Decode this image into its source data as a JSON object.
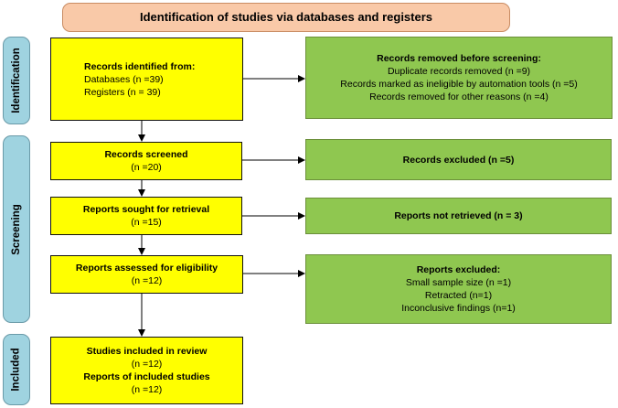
{
  "header": {
    "title": "Identification of studies via databases and registers"
  },
  "phases": {
    "identification": "Identification",
    "screening": "Screening",
    "included": "Included"
  },
  "identification": {
    "records_title": "Records identified from:",
    "databases": "Databases (n =39)",
    "registers": "Registers (n = 39)",
    "removed_title": "Records removed before screening:",
    "duplicates": "Duplicate records removed (n =9)",
    "ineligible": "Records marked as ineligible by automation tools (n =5)",
    "other": "Records removed for other reasons (n =4)"
  },
  "screening": {
    "screened_title": "Records screened",
    "screened_n": "(n =20)",
    "excluded": "Records excluded (n =5)",
    "sought_title": "Reports sought for retrieval",
    "sought_n": "(n =15)",
    "not_retrieved": "Reports not retrieved (n = 3)",
    "assessed_title": "Reports assessed for eligibility",
    "assessed_n": "(n =12)",
    "reports_excluded_title": "Reports excluded:",
    "small_sample": "Small sample size (n =1)",
    "retracted": "Retracted (n=1)",
    "inconclusive": "Inconclusive findings (n=1)"
  },
  "included": {
    "studies_title": "Studies included in review",
    "studies_n": "(n =12)",
    "reports_title": "Reports of included studies",
    "reports_n": "(n =12)"
  },
  "colors": {
    "yellow_box": "#ffff00",
    "green_box": "#8fc750",
    "header_box": "#f9c9a8",
    "phase_box": "#9fd3e0"
  }
}
